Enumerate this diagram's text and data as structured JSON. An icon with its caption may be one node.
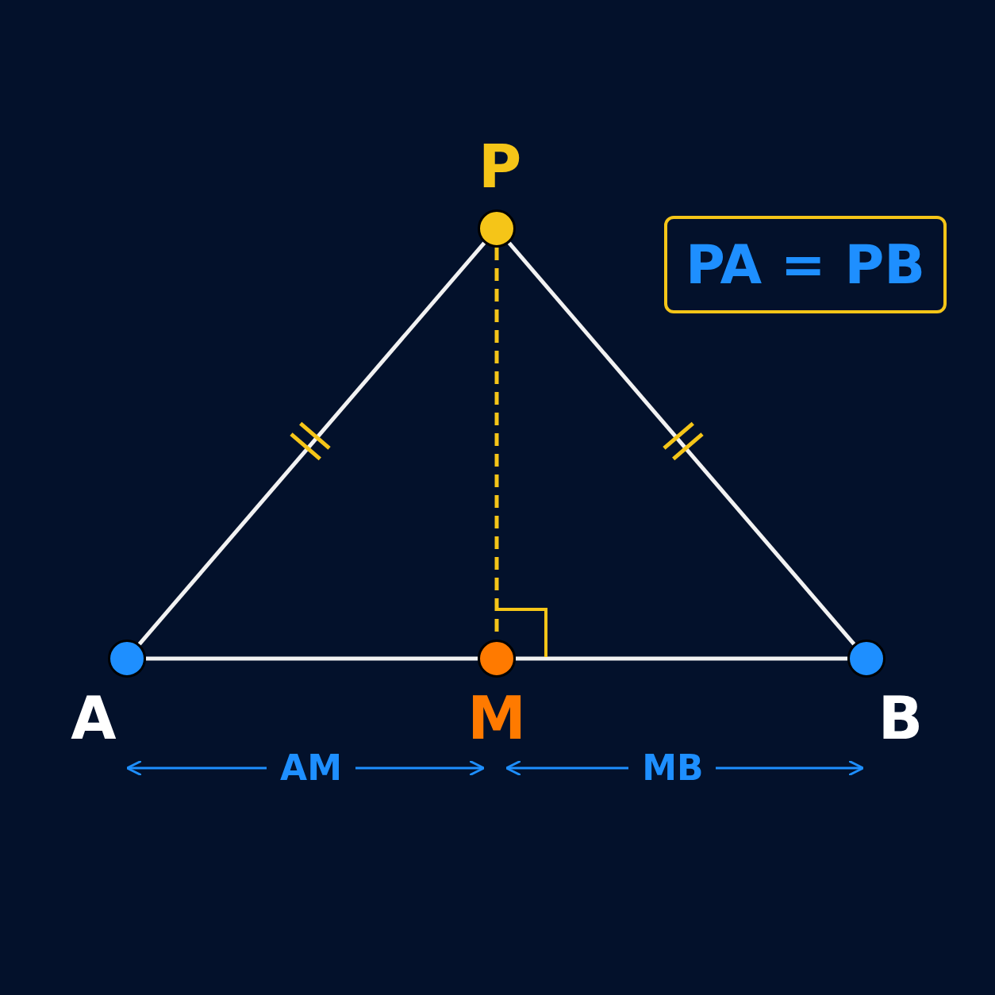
{
  "diagram": {
    "nodes": [
      {
        "text": [
          "P"
        ]
      },
      {
        "text": [
          "A"
        ]
      },
      {
        "text": [
          "M"
        ]
      },
      {
        "text": [
          "B"
        ]
      },
      {
        "text": [
          "PA = PB"
        ]
      }
    ],
    "edges": [
      {
        "from": 0,
        "to": 1,
        "arrow": "none"
      },
      {
        "from": 0,
        "to": 3,
        "arrow": "none"
      },
      {
        "from": 1,
        "to": 2,
        "arrow": "none"
      },
      {
        "from": 2,
        "to": 3,
        "arrow": "none"
      },
      {
        "from": 0,
        "to": 2,
        "arrow": "none",
        "style": "dashed",
        "color": "#f5c518"
      }
    ],
    "labels": [
      "AM",
      "MB"
    ]
  }
}
